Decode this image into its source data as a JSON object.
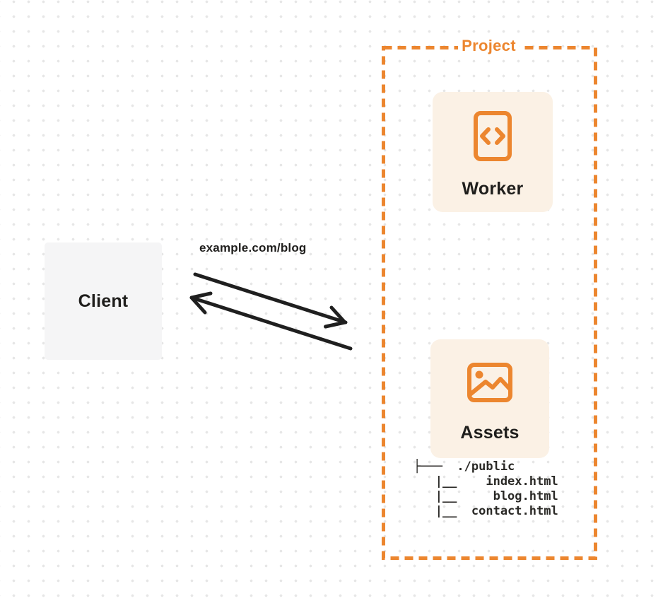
{
  "colors": {
    "orange": "#EC862F",
    "card_bg": "#FBF1E5",
    "client_bg": "#F5F5F6",
    "ink": "#1F1E1C",
    "dot": "#E6E6E6",
    "arrow": "#1F1F1F"
  },
  "client": {
    "label": "Client"
  },
  "request": {
    "label": "example.com/blog"
  },
  "project": {
    "title": "Project",
    "worker": {
      "label": "Worker",
      "icon": "code-file-icon"
    },
    "assets": {
      "label": "Assets",
      "icon": "image-icon"
    },
    "file_tree": "├───  ./public\n   |__    index.html\n   |__     blog.html\n   |__  contact.html"
  }
}
